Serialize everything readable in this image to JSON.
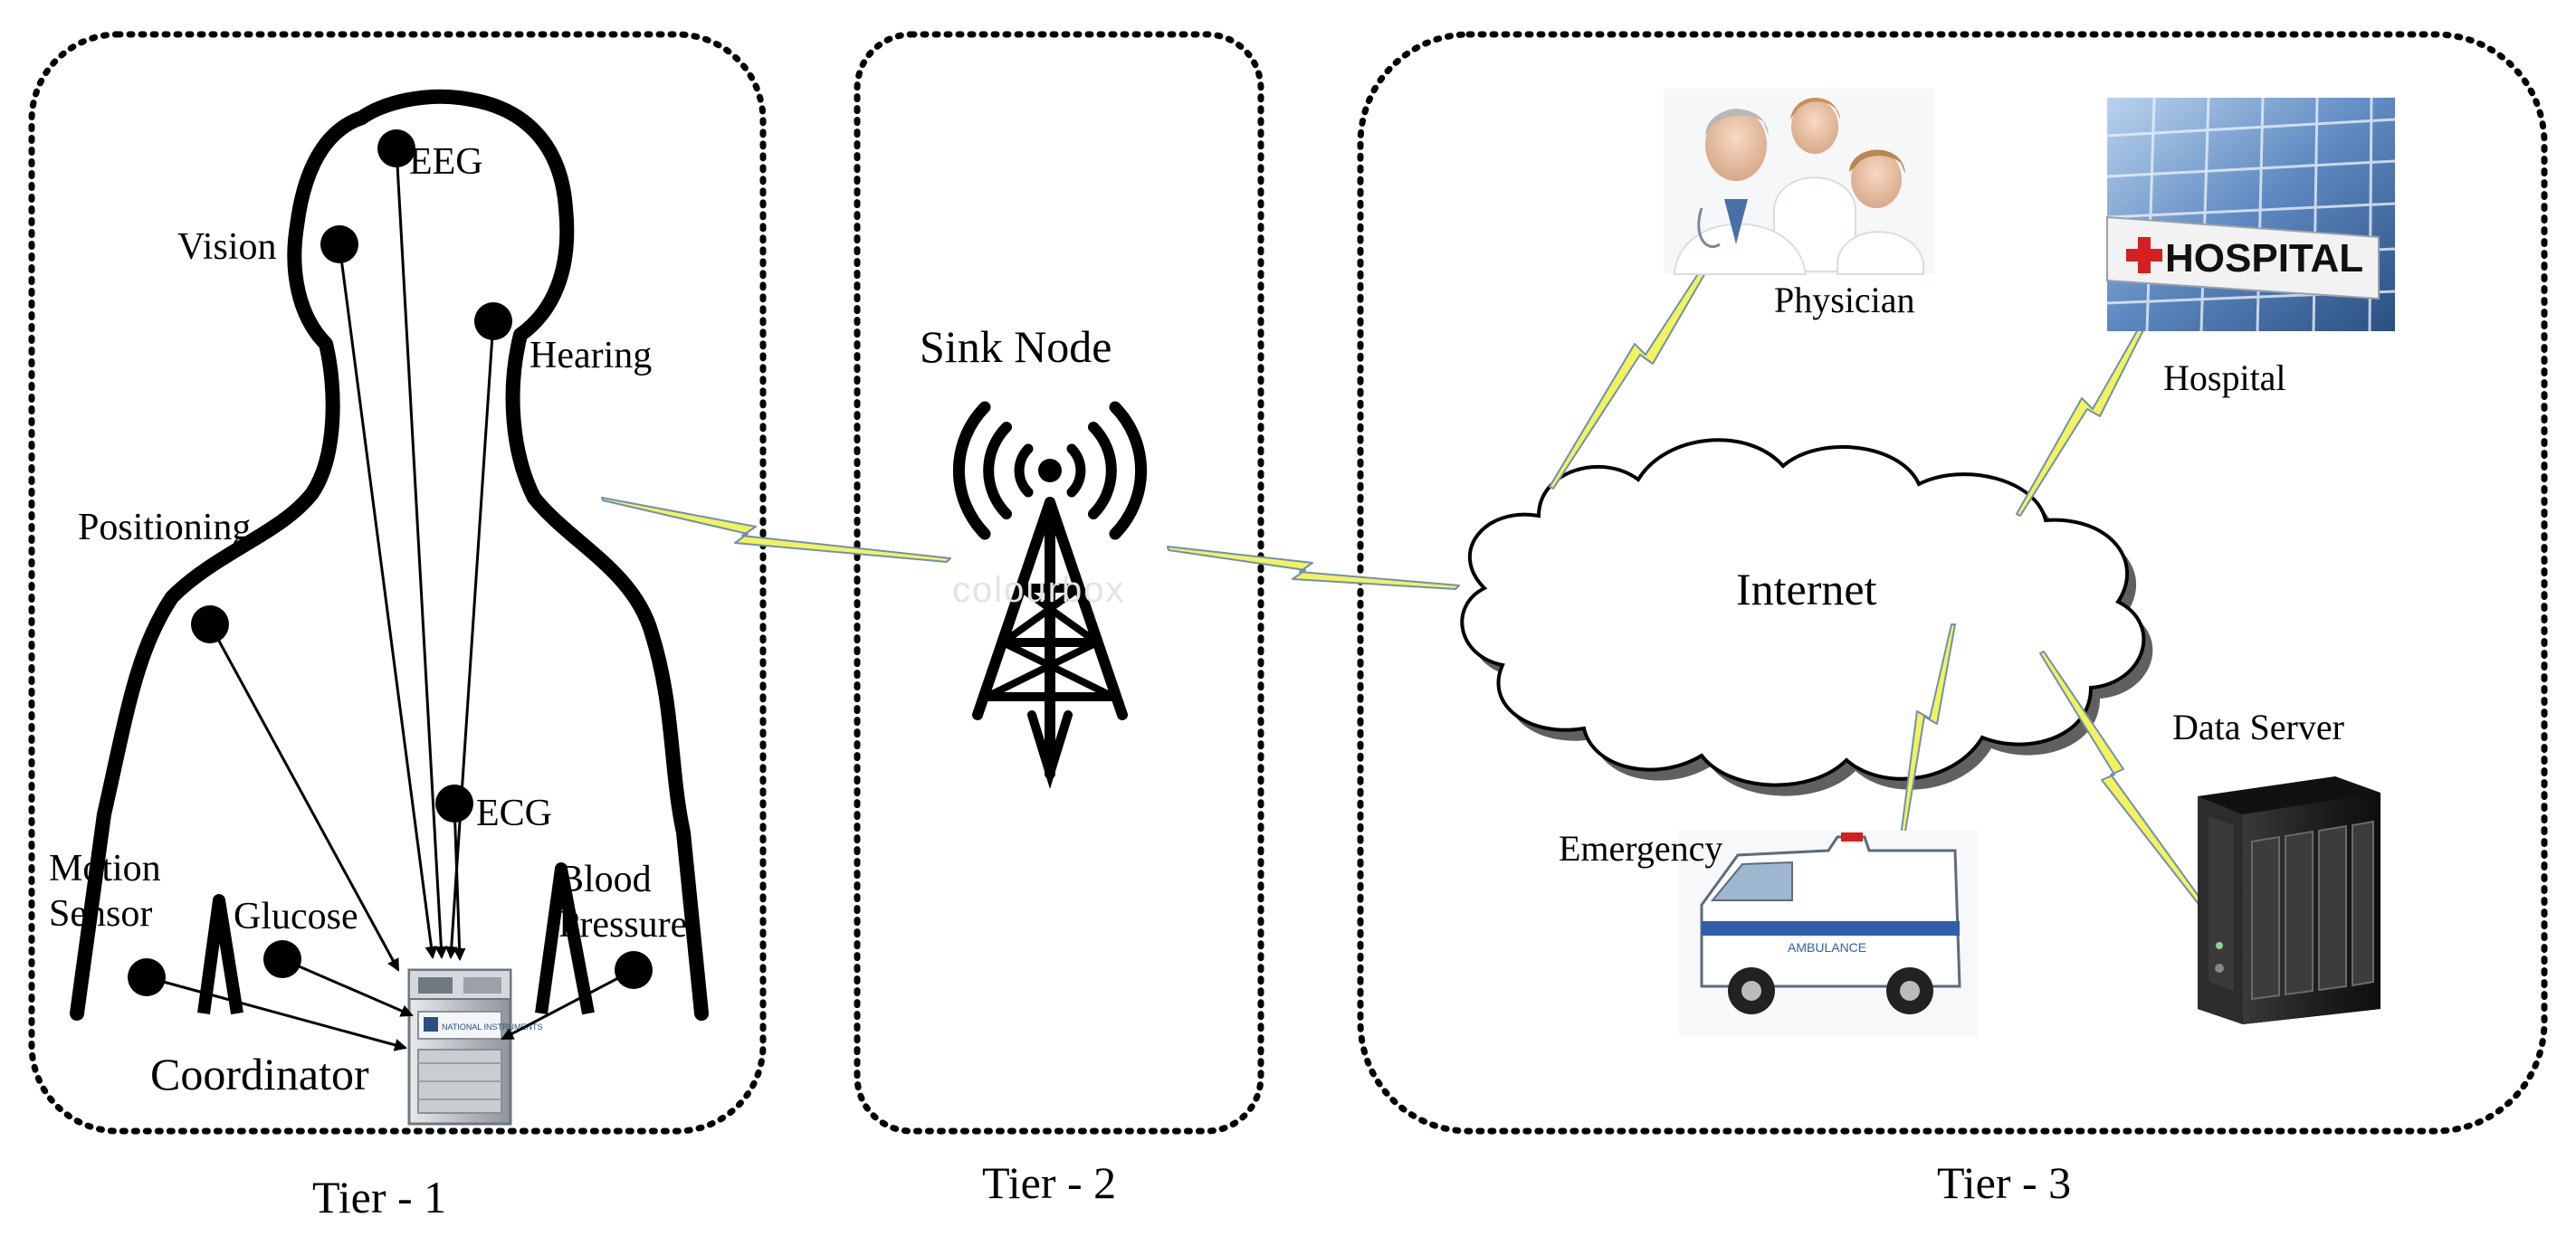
{
  "tiers": [
    {
      "label": "Tier - 1"
    },
    {
      "label": "Tier - 2"
    },
    {
      "label": "Tier - 3"
    }
  ],
  "sensors": {
    "eeg": "EEG",
    "vision": "Vision",
    "hearing": "Hearing",
    "positioning": "Positioning",
    "ecg": "ECG",
    "motion": "Motion\nSensor",
    "glucose": "Glucose",
    "blood_pressure": "Blood\nPressure"
  },
  "coordinator": "Coordinator",
  "sink_node": "Sink Node",
  "internet": "Internet",
  "destinations": {
    "physician": "Physician",
    "hospital": "Hospital",
    "emergency": "Emergency",
    "data_server": "Data Server"
  },
  "hospital_sign": "HOSPITAL",
  "ambulance_text": "AMBULANCE",
  "device_brand": "NATIONAL INSTRUMENTS",
  "watermark": "colourbox",
  "colors": {
    "outline": "#000000",
    "lightning_fill": "#f3f35a",
    "lightning_edge": "#6f8fb8",
    "cloud_shadow": "#444444",
    "hospital_glass": "#5d88c0",
    "hospital_cross": "#d42020"
  }
}
